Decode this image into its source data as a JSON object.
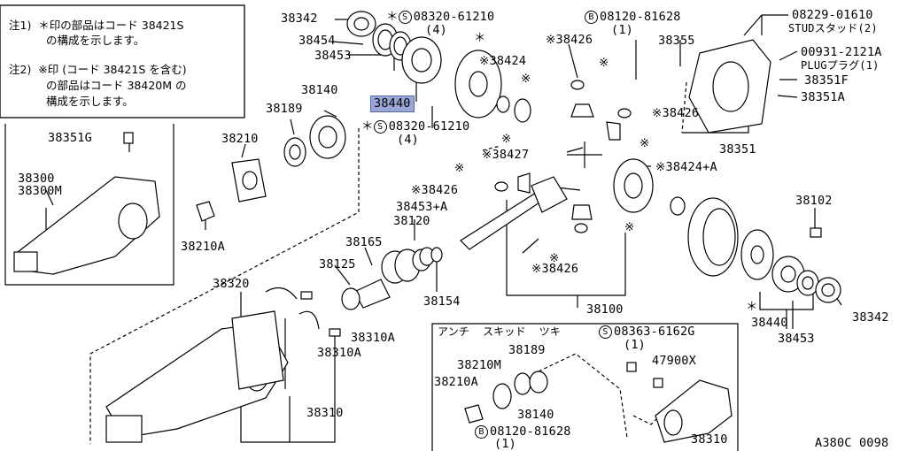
{
  "notes": {
    "note1_line1": "注1)  ＊印の部品はコード 38421S",
    "note1_line2": "の構成を示します。",
    "note2_line1": "注2)  ※印 (コード 38421S を含む)",
    "note2_line2": "の部品はコード 38420M の",
    "note2_line3": "構成を示します。"
  },
  "labels": {
    "p38342_top": "38342",
    "p38454": "38454",
    "p38453_top": "38453",
    "p38440_hl": "38440",
    "s08320_a": "＊",
    "s08320_a_code": "08320-61210",
    "s08320_a_qty": "(4)",
    "s08320_b_code": "08320-61210",
    "s08320_b_qty": "(4)",
    "s08320_b_mark": "＊",
    "b08120_top": "08120-81628",
    "b08120_top_qty": "(1)",
    "p08229": "08229-01610",
    "stud": "STUDスタッド(2)",
    "p00931": "00931-2121A",
    "plug": "PLUGプラグ(1)",
    "p38351F": "38351F",
    "p38351A": "38351A",
    "p38351": "38351",
    "p38355": "38355",
    "p38426_a": "※38426",
    "p38424_a": "※38424",
    "p38426_b": "※38426",
    "p38427": "※38427",
    "p38424A": "※38424+A",
    "p38426_c": "※38426",
    "p38426_d": "※38426",
    "p38453A": "38453+A",
    "p38140": "38140",
    "p38189": "38189",
    "p38210": "38210",
    "p38351G": "38351G",
    "p38300": "38300",
    "p38300M": "38300M",
    "p38210A": "38210A",
    "p38120": "38120",
    "p38165": "38165",
    "p38125": "38125",
    "p38154": "38154",
    "p38100": "38100",
    "p38102": "38102",
    "p38440_b": "38440",
    "p38342_b": "38342",
    "p38453_b": "38453",
    "p38320": "38320",
    "p38310A_a": "38310A",
    "p38310A_b": "38310A",
    "p38310": "38310",
    "inset_title": "アンチ  スキッド  ツキ",
    "inset_s": "08363-6162G",
    "inset_s_qty": "(1)",
    "inset_38189": "38189",
    "inset_38210M": "38210M",
    "inset_38210A": "38210A",
    "inset_47900X": "47900X",
    "inset_38140": "38140",
    "inset_38310": "38310",
    "inset_b": "08120-81628",
    "inset_b_qty": "(1)",
    "ref": "A380C 0098",
    "mark_s": "S",
    "mark_b": "B",
    "mark_ast": "＊",
    "mark_kome": "※"
  },
  "highlight_color": "#9aa6d8"
}
